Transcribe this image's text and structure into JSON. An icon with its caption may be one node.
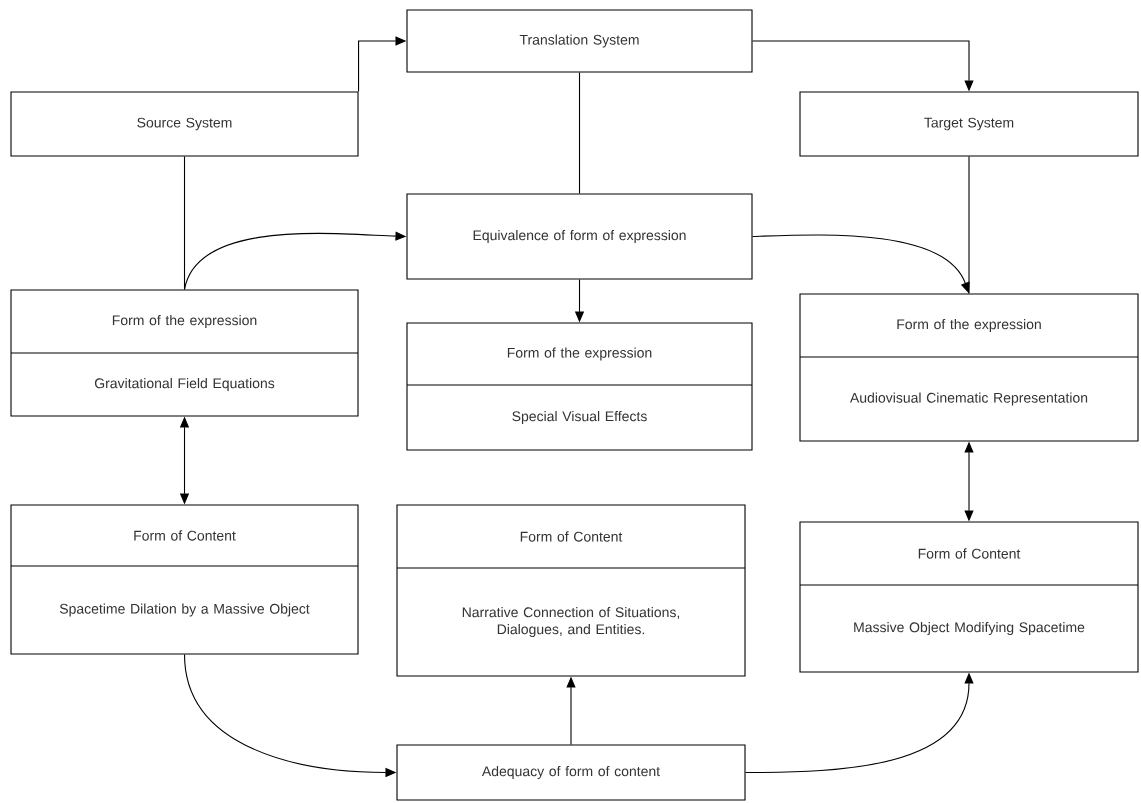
{
  "diagram": {
    "nodes": [
      {
        "text": [
          "Translation System"
        ]
      },
      {
        "text": [
          "Source System"
        ]
      },
      {
        "text": [
          "Target System"
        ]
      },
      {
        "text": [
          "Equivalence of form of expression"
        ]
      },
      {
        "text": [
          "Form of the expression",
          "Gravitational Field Equations"
        ]
      },
      {
        "text": [
          "Form of the expression",
          "Special Visual Effects"
        ]
      },
      {
        "text": [
          "Form of the expression",
          "Audiovisual Cinematic Representation"
        ]
      },
      {
        "text": [
          "Form of Content",
          "Spacetime Dilation by a Massive Object"
        ]
      },
      {
        "text": [
          "Form of Content",
          "Narrative Connection of Situations, Dialogues, and Entities."
        ]
      },
      {
        "text": [
          "Form of Content",
          "Massive Object Modifying Spacetime"
        ]
      },
      {
        "text": [
          "Adequacy of form of content"
        ]
      }
    ],
    "edges": [
      {
        "from": 1,
        "to": 0,
        "arrow": "to"
      },
      {
        "from": 0,
        "to": 2,
        "arrow": "to"
      },
      {
        "from": 0,
        "to": 3,
        "arrow": "none"
      },
      {
        "from": 1,
        "to": 4,
        "arrow": "none"
      },
      {
        "from": 4,
        "to": 3,
        "arrow": "to"
      },
      {
        "from": 3,
        "to": 5,
        "arrow": "to"
      },
      {
        "from": 3,
        "to": 6,
        "arrow": "to"
      },
      {
        "from": 2,
        "to": 6,
        "arrow": "none"
      },
      {
        "from": 4,
        "to": 7,
        "arrow": "both"
      },
      {
        "from": 6,
        "to": 9,
        "arrow": "both"
      },
      {
        "from": 7,
        "to": 10,
        "arrow": "to"
      },
      {
        "from": 10,
        "to": 8,
        "arrow": "to"
      },
      {
        "from": 10,
        "to": 9,
        "arrow": "to"
      }
    ]
  }
}
